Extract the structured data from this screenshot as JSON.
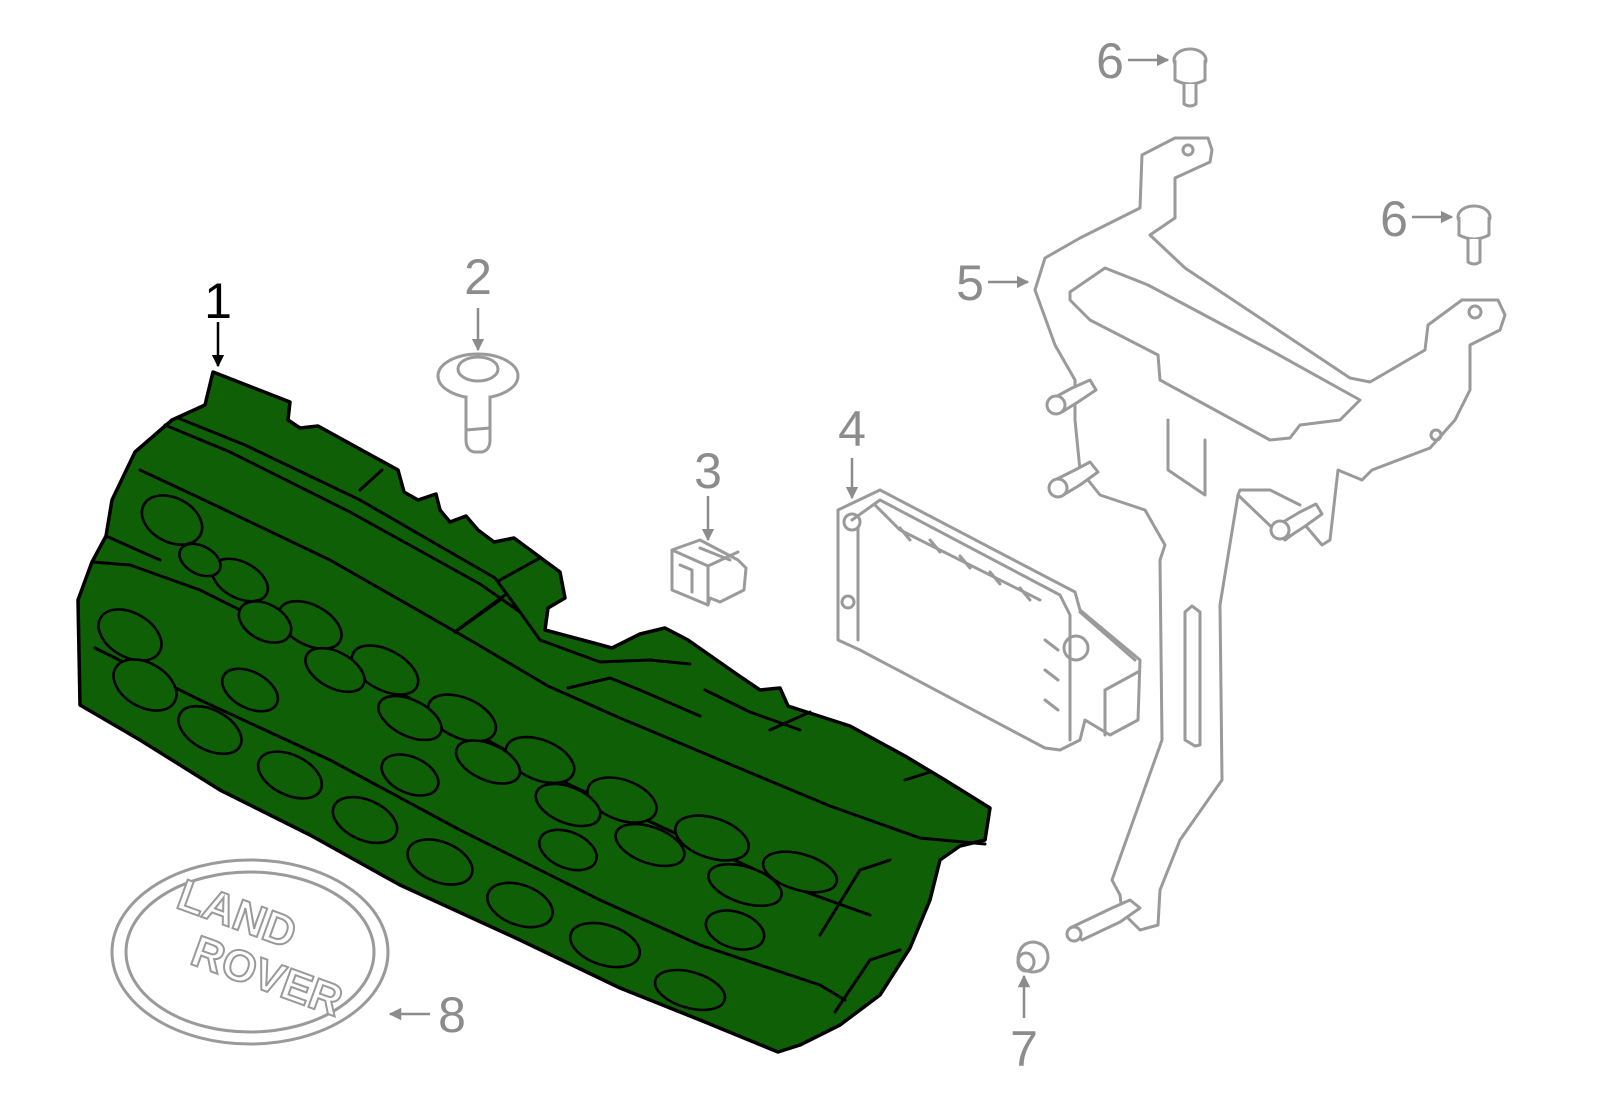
{
  "callouts": {
    "grille": "1",
    "clip": "2",
    "connector": "3",
    "module": "4",
    "bracket": "5",
    "bolt_top": "6",
    "bolt_right": "6",
    "nut": "7",
    "emblem": "8"
  },
  "emblem": {
    "line1": "LAND",
    "line2": "ROVER"
  },
  "colors": {
    "highlight_fill": "#0f5f07",
    "highlight_stroke": "#000000",
    "line_gray": "#9a9a9a",
    "label_gray": "#8c8c8c",
    "label_highlight": "#000000",
    "background": "#ffffff"
  }
}
